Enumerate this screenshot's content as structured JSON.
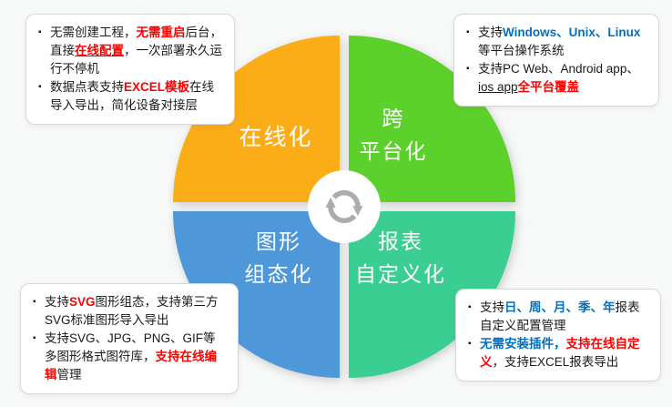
{
  "bullet_char": "▪",
  "colors": {
    "red_accent": "#FF0000",
    "blue_accent": "#0070C0",
    "arrow_gray": "#ACACAC",
    "background": "#F7F8F8"
  },
  "quadrants": {
    "online": {
      "label": "在线化",
      "color": "#FBAD18"
    },
    "cross_platform": {
      "label": "跨\n平台化",
      "color": "#5CD12C"
    },
    "graphic": {
      "label": "图形\n组态化",
      "color": "#4E97D9"
    },
    "report": {
      "label": "报表\n自定义化",
      "color": "#3BCE92"
    }
  },
  "callouts": {
    "top_left": {
      "bullets": [
        {
          "segments": [
            {
              "t": "无需创建工程，"
            },
            {
              "t": "无需重启",
              "c": "red"
            },
            {
              "t": "后台，直接"
            },
            {
              "t": "在线配置",
              "c": "red",
              "u": true
            },
            {
              "t": "，一次部署永久运行不停机"
            }
          ]
        },
        {
          "segments": [
            {
              "t": "数据点表支持"
            },
            {
              "t": "EXCEL模板",
              "c": "red"
            },
            {
              "t": "在线导入导出，简化设备对接层"
            }
          ]
        }
      ]
    },
    "top_right": {
      "bullets": [
        {
          "segments": [
            {
              "t": "支持"
            },
            {
              "t": "Windows、Unix、Linux",
              "c": "blue"
            },
            {
              "t": "等平台操作系统"
            }
          ]
        },
        {
          "segments": [
            {
              "t": "支持PC Web、Android app、"
            },
            {
              "t": "ios app",
              "u": true
            },
            {
              "t": "全平台覆盖",
              "c": "red"
            }
          ]
        }
      ]
    },
    "bottom_left": {
      "bullets": [
        {
          "segments": [
            {
              "t": "支持"
            },
            {
              "t": "SVG",
              "c": "red"
            },
            {
              "t": "图形组态，支持第三方SVG标准图形导入导出"
            }
          ]
        },
        {
          "segments": [
            {
              "t": "支持SVG、JPG、PNG、GIF等多图形格式图符库，"
            },
            {
              "t": "支持在线编辑",
              "c": "red"
            },
            {
              "t": "管理"
            }
          ]
        }
      ]
    },
    "bottom_right": {
      "bullets": [
        {
          "segments": [
            {
              "t": "支持"
            },
            {
              "t": "日、周、月、季、年",
              "c": "blue"
            },
            {
              "t": "报表自定义配置管理"
            }
          ]
        },
        {
          "segments": [
            {
              "t": "无需安装插件，",
              "c": "blue"
            },
            {
              "t": "支持在线自定义",
              "c": "red"
            },
            {
              "t": "，支持EXCEL报表导出"
            }
          ]
        }
      ]
    }
  }
}
